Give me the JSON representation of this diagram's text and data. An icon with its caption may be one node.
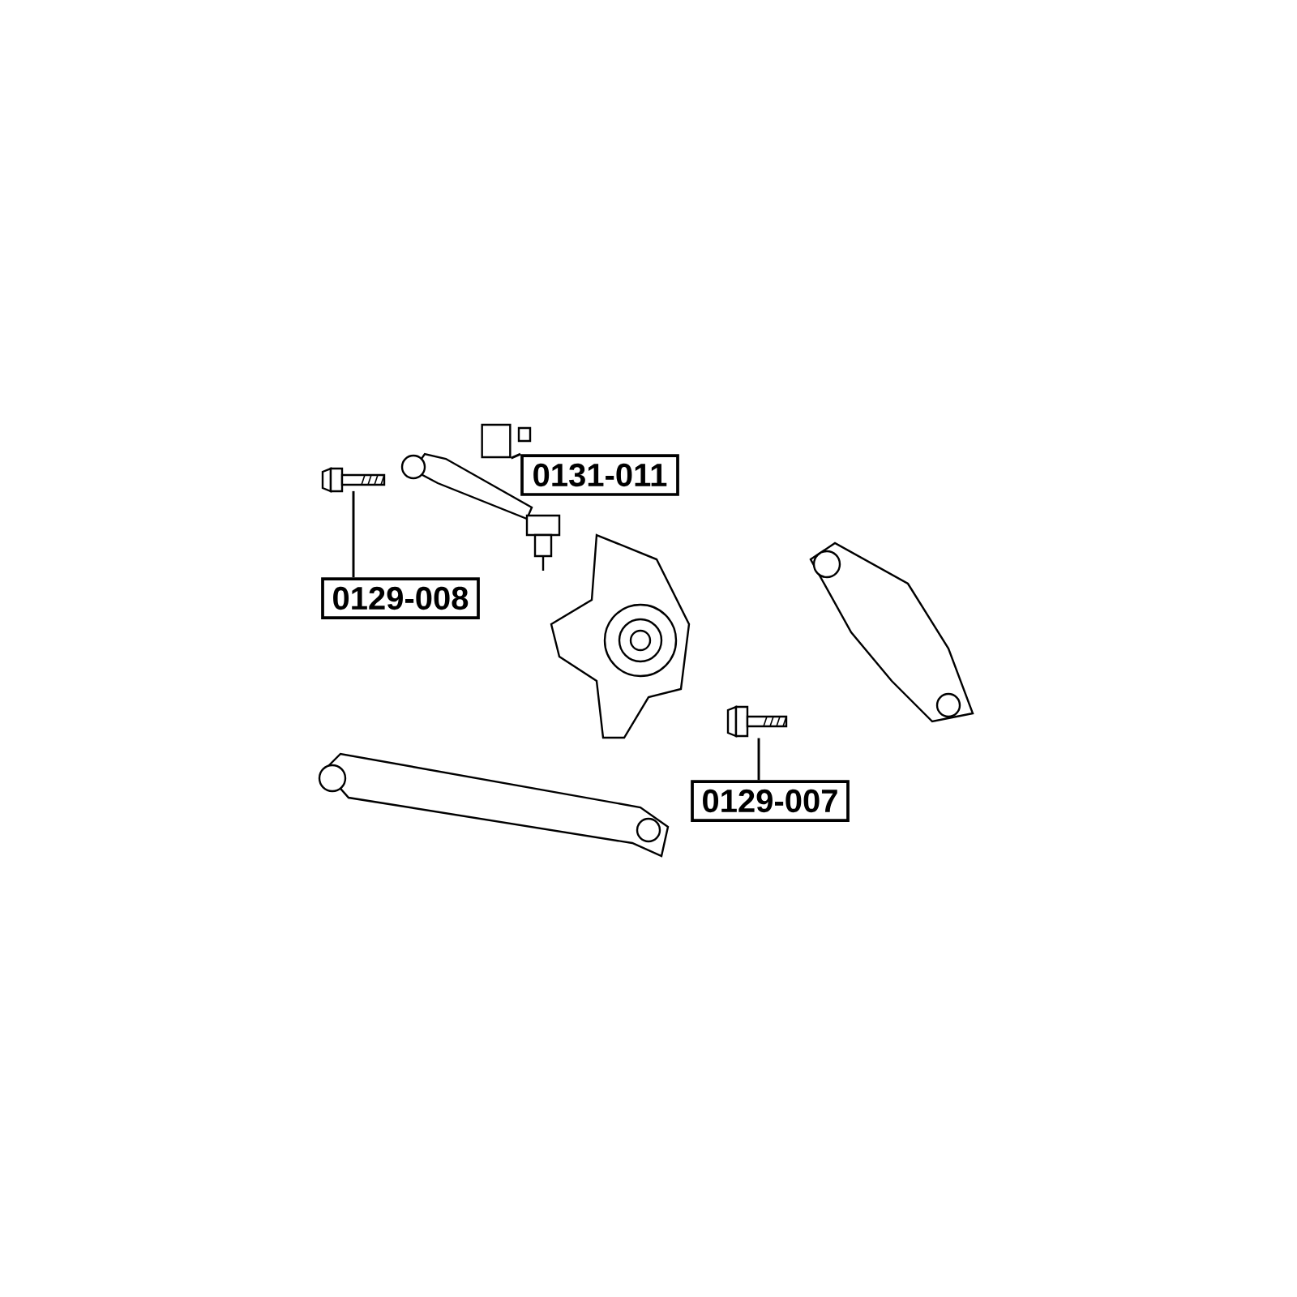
{
  "diagram": {
    "nodes": [
      {
        "text": [
          "0131-011"
        ]
      },
      {
        "text": [
          "0129-008"
        ]
      },
      {
        "text": [
          "0129-007"
        ]
      },
      {
        "text": [],
        "shape": "box"
      },
      {
        "text": [],
        "shape": "picture"
      },
      {
        "text": [],
        "shape": "picture"
      }
    ],
    "edges": [
      {
        "from": 0,
        "to": 3,
        "arrow": "none"
      },
      {
        "from": 1,
        "to": 4,
        "arrow": "none"
      },
      {
        "from": 2,
        "to": 5,
        "arrow": "none"
      }
    ]
  }
}
